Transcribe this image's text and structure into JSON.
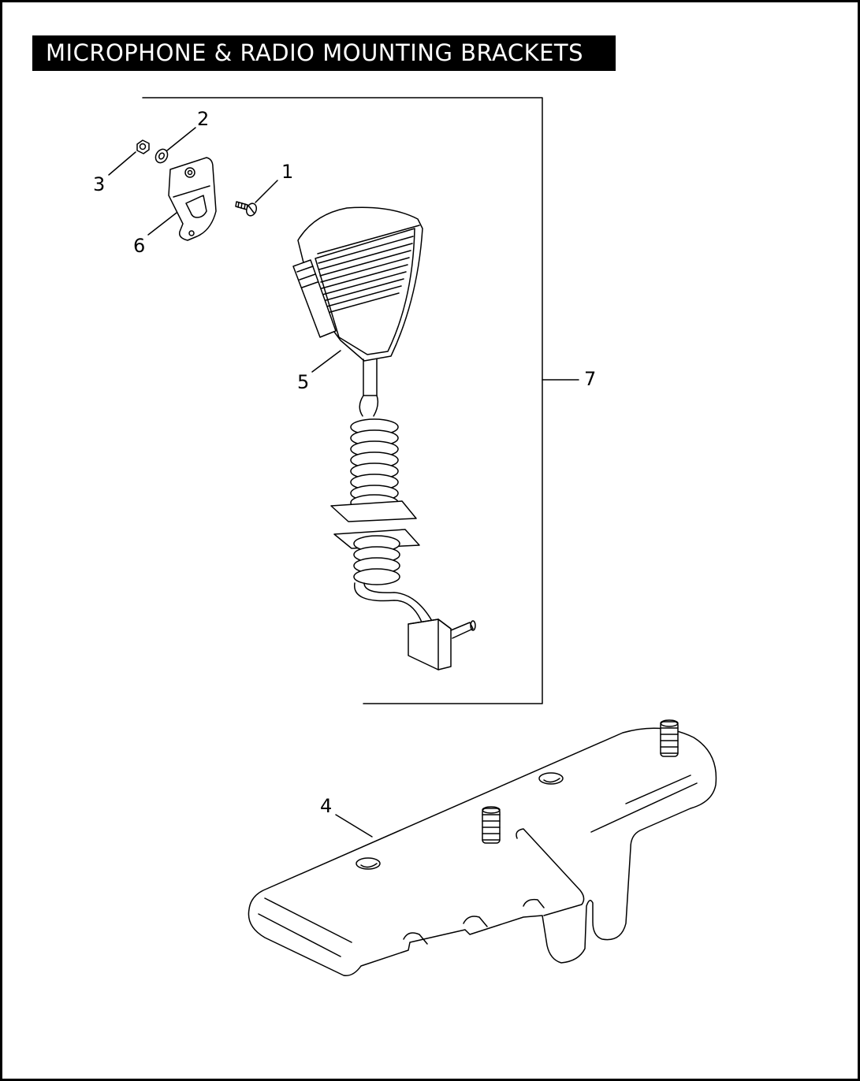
{
  "title": "MICROPHONE & RADIO MOUNTING BRACKETS",
  "callouts": {
    "c1": "1",
    "c2": "2",
    "c3": "3",
    "c4": "4",
    "c5": "5",
    "c6": "6",
    "c7": "7"
  },
  "parts": [
    {
      "ref": "1",
      "name": "screw-icon"
    },
    {
      "ref": "2",
      "name": "washer-icon"
    },
    {
      "ref": "3",
      "name": "nut-icon"
    },
    {
      "ref": "4",
      "name": "radio-mounting-bracket-icon"
    },
    {
      "ref": "5",
      "name": "microphone-icon"
    },
    {
      "ref": "6",
      "name": "microphone-clip-icon"
    },
    {
      "ref": "7",
      "name": "microphone-kit-bracket"
    }
  ],
  "colors": {
    "ink": "#000000",
    "paper": "#ffffff"
  }
}
